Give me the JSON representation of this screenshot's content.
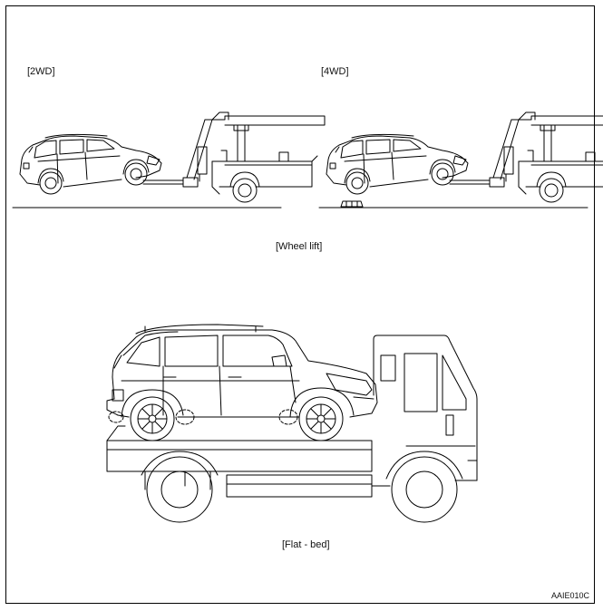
{
  "labels": {
    "two_wd": "[2WD]",
    "four_wd": "[4WD]",
    "wheel_lift": "[Wheel lift]",
    "flat_bed": "[Flat - bed]",
    "figure_code": "AAIE010C"
  },
  "colors": {
    "line": "#000000",
    "background": "#ffffff"
  }
}
